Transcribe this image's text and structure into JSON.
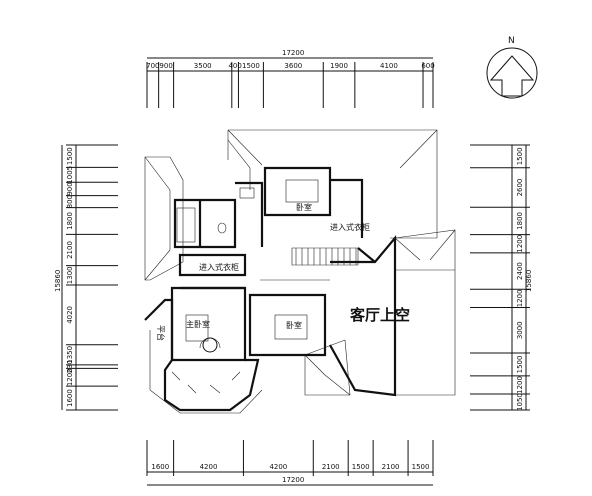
{
  "north": {
    "label": "N"
  },
  "top_dims": {
    "total": "17200",
    "segments": [
      "700",
      "900",
      "3500",
      "400",
      "1500",
      "3600",
      "1900",
      "4100",
      "600"
    ]
  },
  "bottom_dims": {
    "total": "17200",
    "segments": [
      "1600",
      "4200",
      "4200",
      "2100",
      "1500",
      "2100",
      "1500"
    ]
  },
  "left_dims": {
    "total": "15860",
    "segments": [
      "1500",
      "1005",
      "900",
      "800",
      "1800",
      "2100",
      "1300",
      "4020",
      "1350",
      "230",
      "1200",
      "1600"
    ]
  },
  "right_dims": {
    "total": "15860",
    "segments": [
      "1500",
      "2600",
      "1800",
      "1200",
      "2400",
      "1200",
      "3000",
      "1500",
      "1200",
      "1050"
    ]
  },
  "rooms": {
    "bedroom_ne": "卧室",
    "walkin_ne": "进入式衣柜",
    "walkin_w": "进入式衣柜",
    "master": "主卧室",
    "platform": "平台",
    "bedroom_s": "卧室",
    "living_void": "客厅上空"
  }
}
